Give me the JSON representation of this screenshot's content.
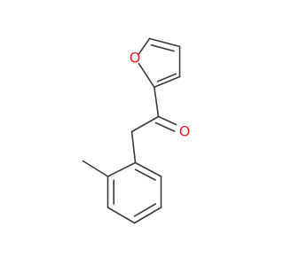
{
  "molecule": {
    "atoms": [
      {
        "id": "furan-oxygen",
        "label": "O"
      },
      {
        "id": "carbonyl-oxygen",
        "label": "O"
      }
    ],
    "colors": {
      "bond": "#3a3a3a",
      "oxygen": "#e52222",
      "background": "#ffffff"
    }
  }
}
